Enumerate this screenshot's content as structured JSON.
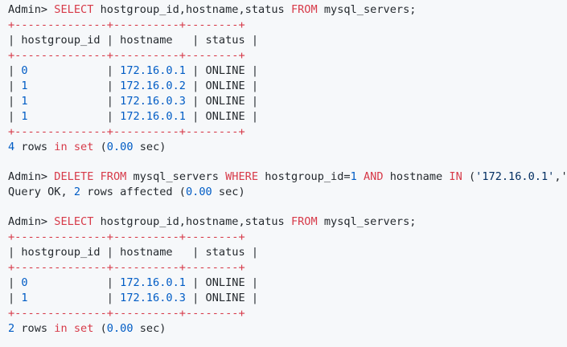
{
  "colors": {
    "background": "#f6f8fa",
    "text": "#24292e",
    "keyword": "#d73a49",
    "number": "#005cc5",
    "string": "#032f62"
  },
  "lines": [
    [
      [
        "Admin> ",
        ""
      ],
      [
        "SELECT",
        "kw"
      ],
      [
        " hostgroup_id,hostname,status ",
        ""
      ],
      [
        "FROM",
        "kw"
      ],
      [
        " mysql_servers;",
        ""
      ]
    ],
    [
      [
        "+--------------+----------+--------+",
        "bd"
      ]
    ],
    [
      [
        "| hostgroup_id | hostname   | status |",
        ""
      ]
    ],
    [
      [
        "+--------------+----------+--------+",
        "bd"
      ]
    ],
    [
      [
        "| ",
        ""
      ],
      [
        "0",
        "num"
      ],
      [
        "            | ",
        ""
      ],
      [
        "172.16.0.1",
        "num"
      ],
      [
        " | ONLINE |",
        ""
      ]
    ],
    [
      [
        "| ",
        ""
      ],
      [
        "1",
        "num"
      ],
      [
        "            | ",
        ""
      ],
      [
        "172.16.0.2",
        "num"
      ],
      [
        " | ONLINE |",
        ""
      ]
    ],
    [
      [
        "| ",
        ""
      ],
      [
        "1",
        "num"
      ],
      [
        "            | ",
        ""
      ],
      [
        "172.16.0.3",
        "num"
      ],
      [
        " | ONLINE |",
        ""
      ]
    ],
    [
      [
        "| ",
        ""
      ],
      [
        "1",
        "num"
      ],
      [
        "            | ",
        ""
      ],
      [
        "172.16.0.1",
        "num"
      ],
      [
        " | ONLINE |",
        ""
      ]
    ],
    [
      [
        "+--------------+----------+--------+",
        "bd"
      ]
    ],
    [
      [
        "4",
        "num"
      ],
      [
        " rows ",
        ""
      ],
      [
        "in",
        "kw"
      ],
      [
        " ",
        ""
      ],
      [
        "set",
        "kw"
      ],
      [
        " (",
        ""
      ],
      [
        "0.00",
        "num"
      ],
      [
        " sec)",
        ""
      ]
    ],
    [],
    [
      [
        "Admin> ",
        ""
      ],
      [
        "DELETE",
        "kw"
      ],
      [
        " ",
        ""
      ],
      [
        "FROM",
        "kw"
      ],
      [
        " mysql_servers ",
        ""
      ],
      [
        "WHERE",
        "kw"
      ],
      [
        " hostgroup_id=",
        ""
      ],
      [
        "1",
        "num"
      ],
      [
        " ",
        ""
      ],
      [
        "AND",
        "kw"
      ],
      [
        " hostname ",
        ""
      ],
      [
        "IN",
        "kw"
      ],
      [
        " (",
        ""
      ],
      [
        "'172.16.0.1'",
        "str"
      ],
      [
        ",'",
        ""
      ]
    ],
    [
      [
        "Query OK, ",
        ""
      ],
      [
        "2",
        "num"
      ],
      [
        " rows affected (",
        ""
      ],
      [
        "0.00",
        "num"
      ],
      [
        " sec)",
        ""
      ]
    ],
    [],
    [
      [
        "Admin> ",
        ""
      ],
      [
        "SELECT",
        "kw"
      ],
      [
        " hostgroup_id,hostname,status ",
        ""
      ],
      [
        "FROM",
        "kw"
      ],
      [
        " mysql_servers;",
        ""
      ]
    ],
    [
      [
        "+--------------+----------+--------+",
        "bd"
      ]
    ],
    [
      [
        "| hostgroup_id | hostname   | status |",
        ""
      ]
    ],
    [
      [
        "+--------------+----------+--------+",
        "bd"
      ]
    ],
    [
      [
        "| ",
        ""
      ],
      [
        "0",
        "num"
      ],
      [
        "            | ",
        ""
      ],
      [
        "172.16.0.1",
        "num"
      ],
      [
        " | ONLINE |",
        ""
      ]
    ],
    [
      [
        "| ",
        ""
      ],
      [
        "1",
        "num"
      ],
      [
        "            | ",
        ""
      ],
      [
        "172.16.0.3",
        "num"
      ],
      [
        " | ONLINE |",
        ""
      ]
    ],
    [
      [
        "+--------------+----------+--------+",
        "bd"
      ]
    ],
    [
      [
        "2",
        "num"
      ],
      [
        " rows ",
        ""
      ],
      [
        "in",
        "kw"
      ],
      [
        " ",
        ""
      ],
      [
        "set",
        "kw"
      ],
      [
        " (",
        ""
      ],
      [
        "0.00",
        "num"
      ],
      [
        " sec)",
        ""
      ]
    ]
  ]
}
